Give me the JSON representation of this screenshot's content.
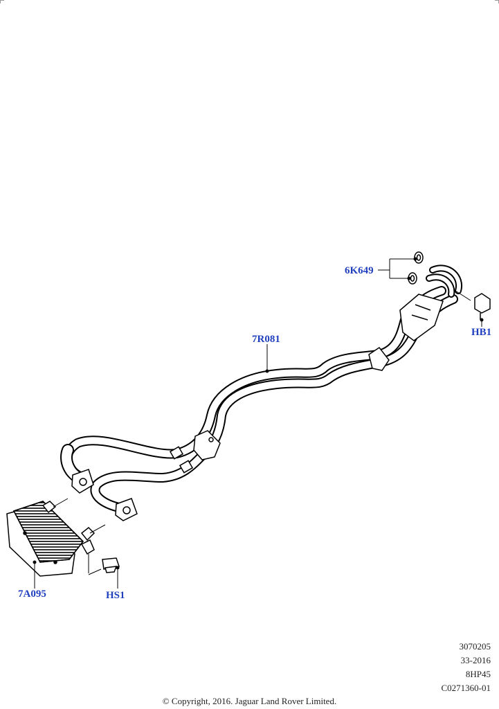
{
  "callouts": {
    "oil_cooler": "7A095",
    "bolt_cooler": "HS1",
    "cooler_lines": "7R081",
    "seal_washers": "6K649",
    "bolt_flange": "HB1"
  },
  "info": {
    "line1": "3070205",
    "line2": "33-2016",
    "line3": "8HP45",
    "line4": "C0271360-01"
  },
  "copyright": "© Copyright, 2016. Jaguar Land Rover Limited.",
  "colors": {
    "callout": "#1f3fbf",
    "line": "#000000"
  }
}
